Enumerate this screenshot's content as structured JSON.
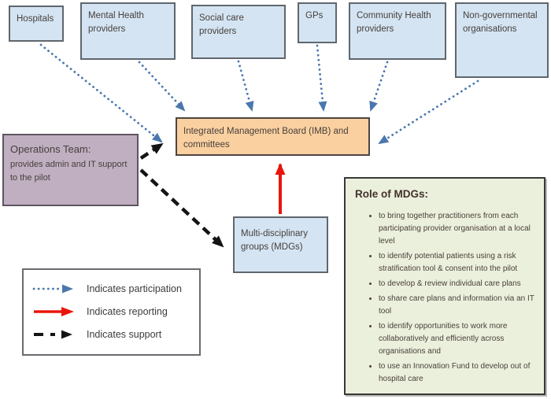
{
  "boxes": {
    "hospitals": "Hospitals",
    "mental_health": "Mental Health providers",
    "social_care": "Social care providers",
    "gps": "GPs",
    "community_health": "Community Health providers",
    "ngo": "Non-governmental organisations",
    "imb": "Integrated Management Board (IMB) and committees",
    "operations_title": "Operations Team:",
    "operations_subtitle": "provides admin and IT support to the pilot",
    "mdgs": "Multi-disciplinary groups (MDGs)"
  },
  "role_panel": {
    "title": "Role of MDGs:",
    "bullets": [
      "to bring together practitioners from each participating provider organisation at a local level",
      "to identify potential patients using a risk stratification tool & consent into the pilot",
      "to develop & review individual care plans",
      "to share care plans and information via an IT tool",
      "to identify opportunities to work more collaboratively and efficiently across organisations and",
      "to use an Innovation Fund to develop out of hospital care"
    ]
  },
  "legend": {
    "items": [
      {
        "symbol": "dotted-blue-arrow",
        "label": "Indicates participation"
      },
      {
        "symbol": "solid-red-arrow",
        "label": "Indicates reporting"
      },
      {
        "symbol": "dashed-black-arrow",
        "label": "Indicates support"
      }
    ]
  },
  "colors": {
    "box_blue_fill": "#d4e4f2",
    "box_orange_fill": "#fbd0a0",
    "box_mauve_fill": "#c0afc0",
    "box_green_fill": "#ebf0dd",
    "box_border_gray": "#5f666d",
    "arrow_participation_blue": "#4a77ad",
    "arrow_reporting_red": "#e8150c",
    "arrow_support_black": "#141414",
    "text_dark": "#463f3c"
  }
}
